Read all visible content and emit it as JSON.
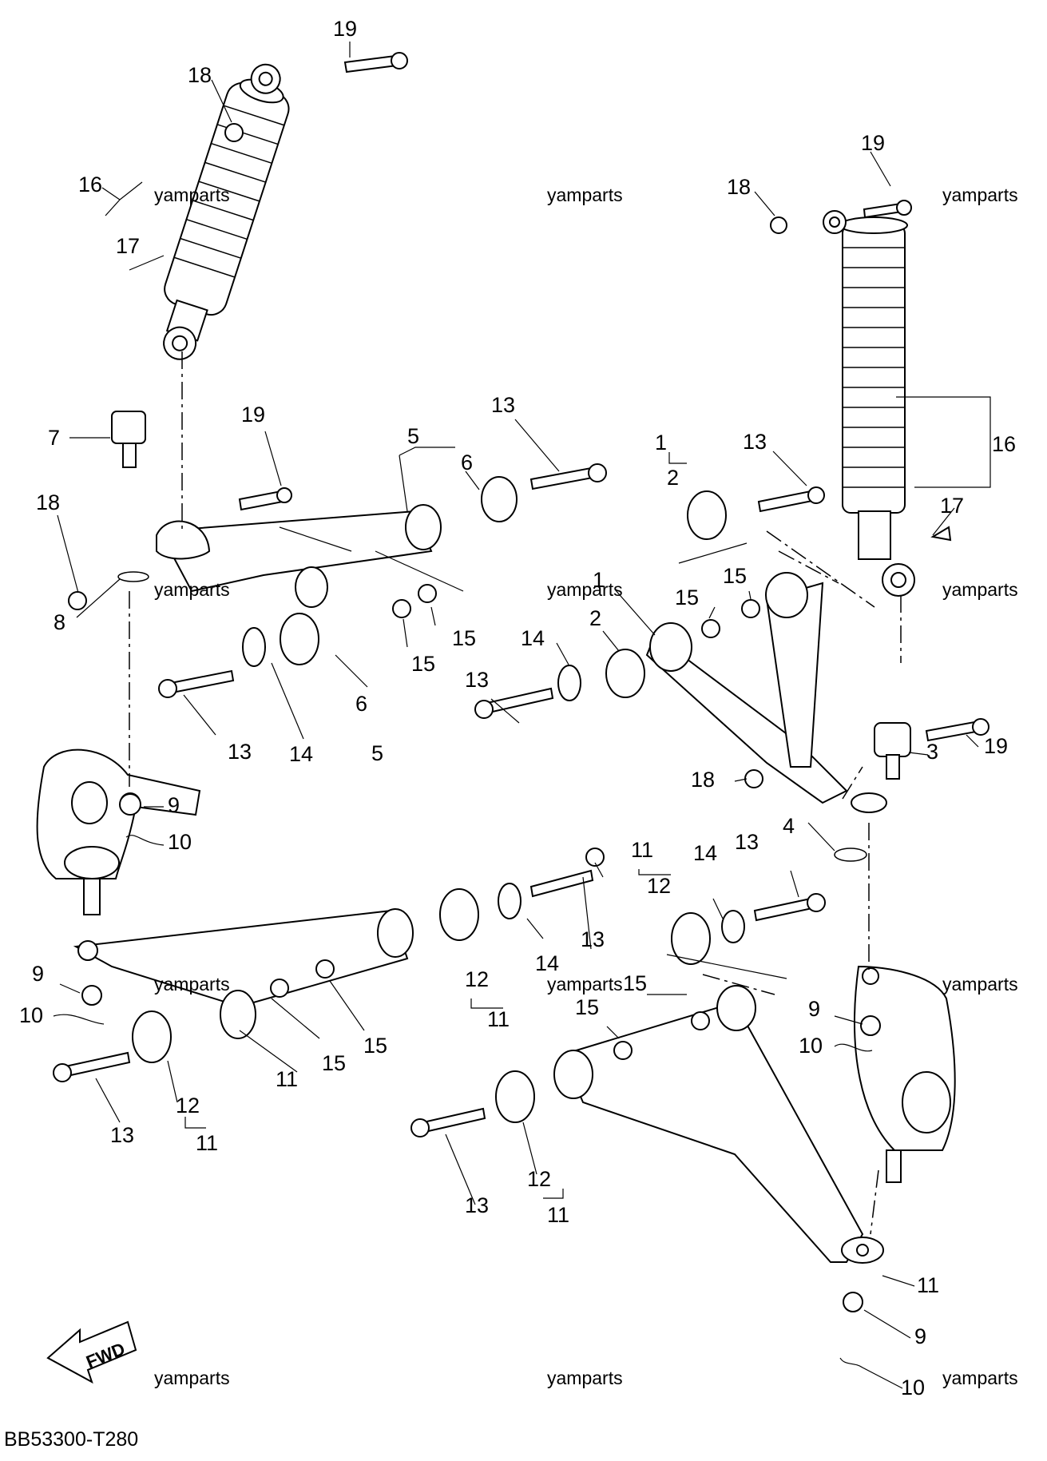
{
  "diagram_code": "BB53300-T280",
  "watermark": "yamparts",
  "fwd_label": "FWD",
  "callouts": {
    "c19a": "19",
    "c18a": "18",
    "c16a": "16",
    "c17a": "17",
    "c19b": "19",
    "c18b": "18",
    "c7": "7",
    "c18c": "18",
    "c8": "8",
    "c19c": "19",
    "c5a": "5",
    "c6a": "6",
    "c13a": "13",
    "c15a": "15",
    "c15b": "15",
    "c13b": "13",
    "c14a": "14",
    "c6b": "6",
    "c5b": "5",
    "c1a": "1",
    "c2a": "2",
    "c13c": "13",
    "c16b": "16",
    "c17b": "17",
    "c15c": "15",
    "c15d": "15",
    "c1b": "1",
    "c2b": "2",
    "c14b": "14",
    "c13d": "13",
    "c19d": "19",
    "c3": "3",
    "c18d": "18",
    "c9a": "9",
    "c10a": "10",
    "c11a": "11",
    "c14c": "14",
    "c13e": "13",
    "c12a": "12",
    "c4": "4",
    "c13f": "13",
    "c14d": "14",
    "c9b": "9",
    "c10b": "10",
    "c12b": "12",
    "c11b": "11",
    "c15e": "15",
    "c15f": "15",
    "c11c": "11",
    "c15g": "15",
    "c13g": "13",
    "c12c": "12",
    "c11d": "11",
    "c15h": "15",
    "c9c": "9",
    "c10c": "10",
    "c13h": "13",
    "c12d": "12",
    "c11e": "11",
    "c11f": "11",
    "c9d": "9",
    "c10d": "10"
  }
}
